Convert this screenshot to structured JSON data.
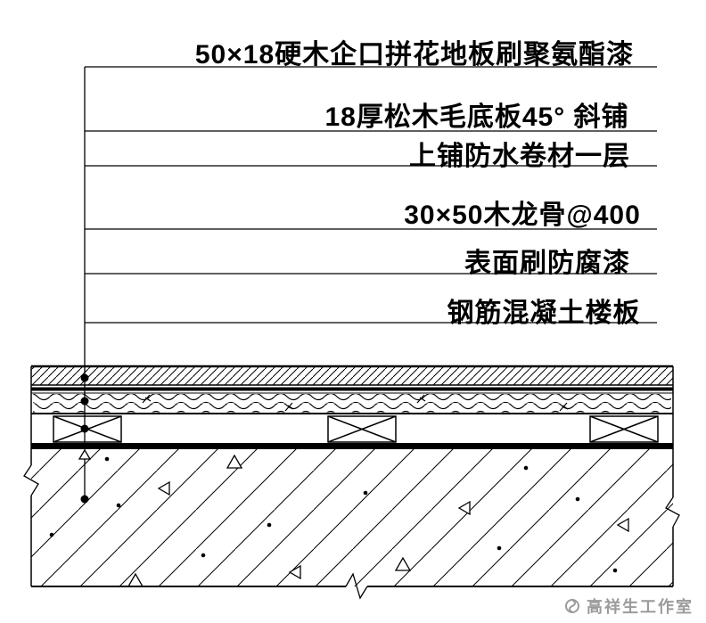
{
  "drawing": {
    "title_labels": [
      {
        "text": "50×18硬木企口拼花地板刷聚氨酯漆"
      },
      {
        "text": "18厚松木毛底板45° 斜铺"
      },
      {
        "text": "上铺防水卷材一层"
      },
      {
        "text": "30×50木龙骨@400"
      },
      {
        "text": "表面刷防腐漆"
      },
      {
        "text": "钢筋混凝土楼板"
      }
    ],
    "watermark": {
      "text": "高祥生工作室"
    },
    "colors": {
      "line": "#000000",
      "watermark": "#9b9b9b"
    },
    "layers": [
      "hardwood-parquet-floor",
      "waterproof-membrane",
      "pine-subfloor-45deg",
      "wood-joists-30x50-at-400",
      "anticorrosion-paint-surface",
      "reinforced-concrete-slab"
    ]
  }
}
